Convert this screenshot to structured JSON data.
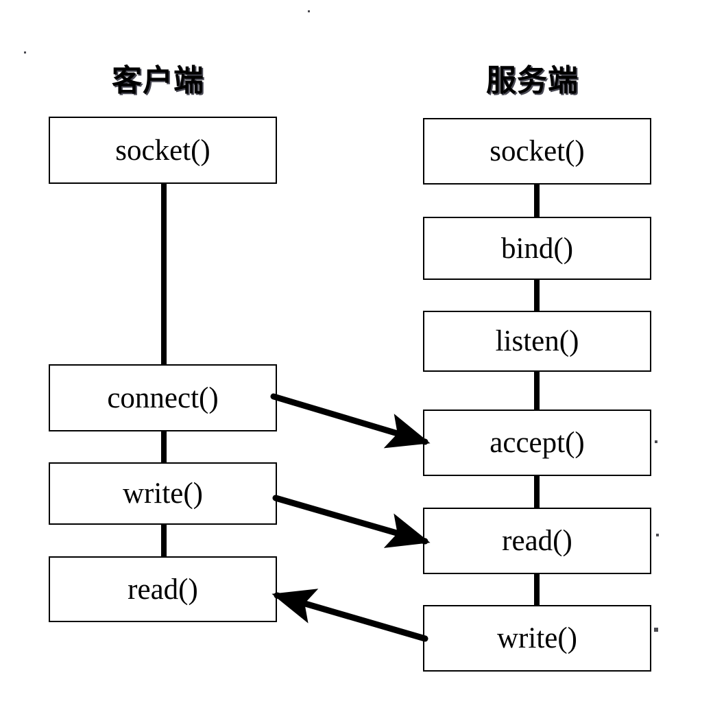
{
  "diagram": {
    "title_client": "客户端",
    "title_server": "服务端",
    "colors": {
      "stroke": "#000000",
      "fill": "#ffffff",
      "text": "#000000"
    },
    "columns": [
      {
        "id": "client",
        "title": "客户端",
        "nodes": [
          {
            "id": "client-socket",
            "label": "socket()"
          },
          {
            "id": "client-connect",
            "label": "connect()"
          },
          {
            "id": "client-write",
            "label": "write()"
          },
          {
            "id": "client-read",
            "label": "read()"
          }
        ]
      },
      {
        "id": "server",
        "title": "服务端",
        "nodes": [
          {
            "id": "server-socket",
            "label": "socket()"
          },
          {
            "id": "server-bind",
            "label": "bind()"
          },
          {
            "id": "server-listen",
            "label": "listen()"
          },
          {
            "id": "server-accept",
            "label": "accept()"
          },
          {
            "id": "server-read",
            "label": "read()"
          },
          {
            "id": "server-write",
            "label": "write()"
          }
        ]
      }
    ],
    "arrows": [
      {
        "id": "connect-to-accept",
        "from": "client-connect",
        "to": "server-accept",
        "direction": "right"
      },
      {
        "id": "client-write-to-read",
        "from": "client-write",
        "to": "server-read",
        "direction": "right"
      },
      {
        "id": "server-write-to-read",
        "from": "server-write",
        "to": "client-read",
        "direction": "left"
      }
    ]
  }
}
